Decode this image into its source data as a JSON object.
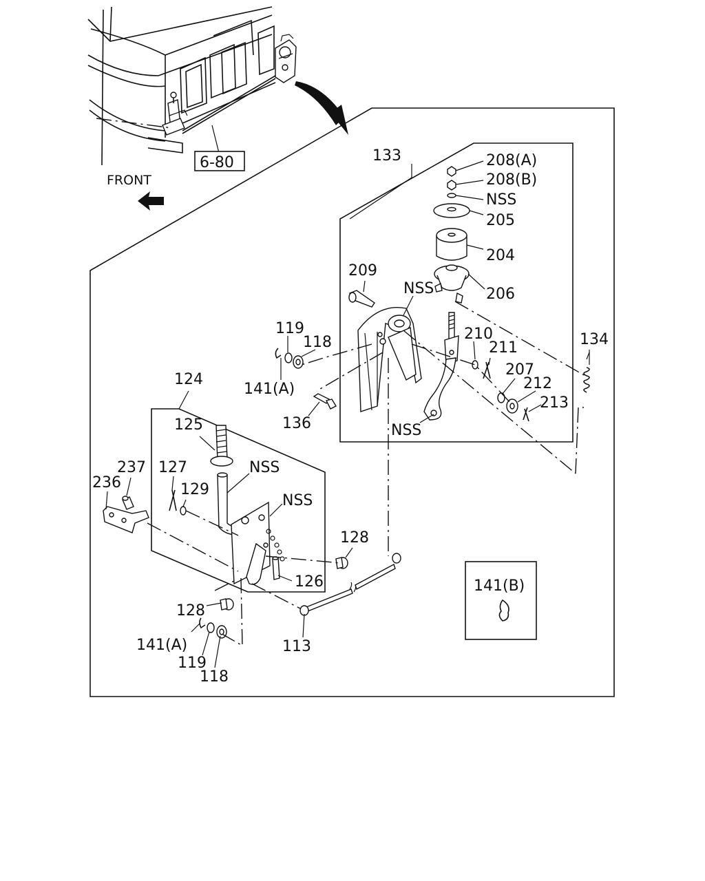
{
  "ref_box": "6-80",
  "front_label": "FRONT",
  "inset_label": "141(B)",
  "labels": {
    "l133": "133",
    "l208a": "208(A)",
    "l208b": "208(B)",
    "lnss1": "NSS",
    "l205": "205",
    "l204": "204",
    "l209": "209",
    "lnss2": "NSS",
    "l206": "206",
    "l119a": "119",
    "l118a": "118",
    "l210": "210",
    "l211": "211",
    "l134": "134",
    "l141a": "141(A)",
    "l207": "207",
    "l212": "212",
    "l213": "213",
    "l136": "136",
    "lnss3": "NSS",
    "l124": "124",
    "l125": "125",
    "l237": "237",
    "l127": "127",
    "lnss4": "NSS",
    "l236": "236",
    "l129": "129",
    "lnss5": "NSS",
    "l128a": "128",
    "l126": "126",
    "l128b": "128",
    "l141b": "141(A)",
    "l113": "113",
    "l119b": "119",
    "l118b": "118"
  }
}
